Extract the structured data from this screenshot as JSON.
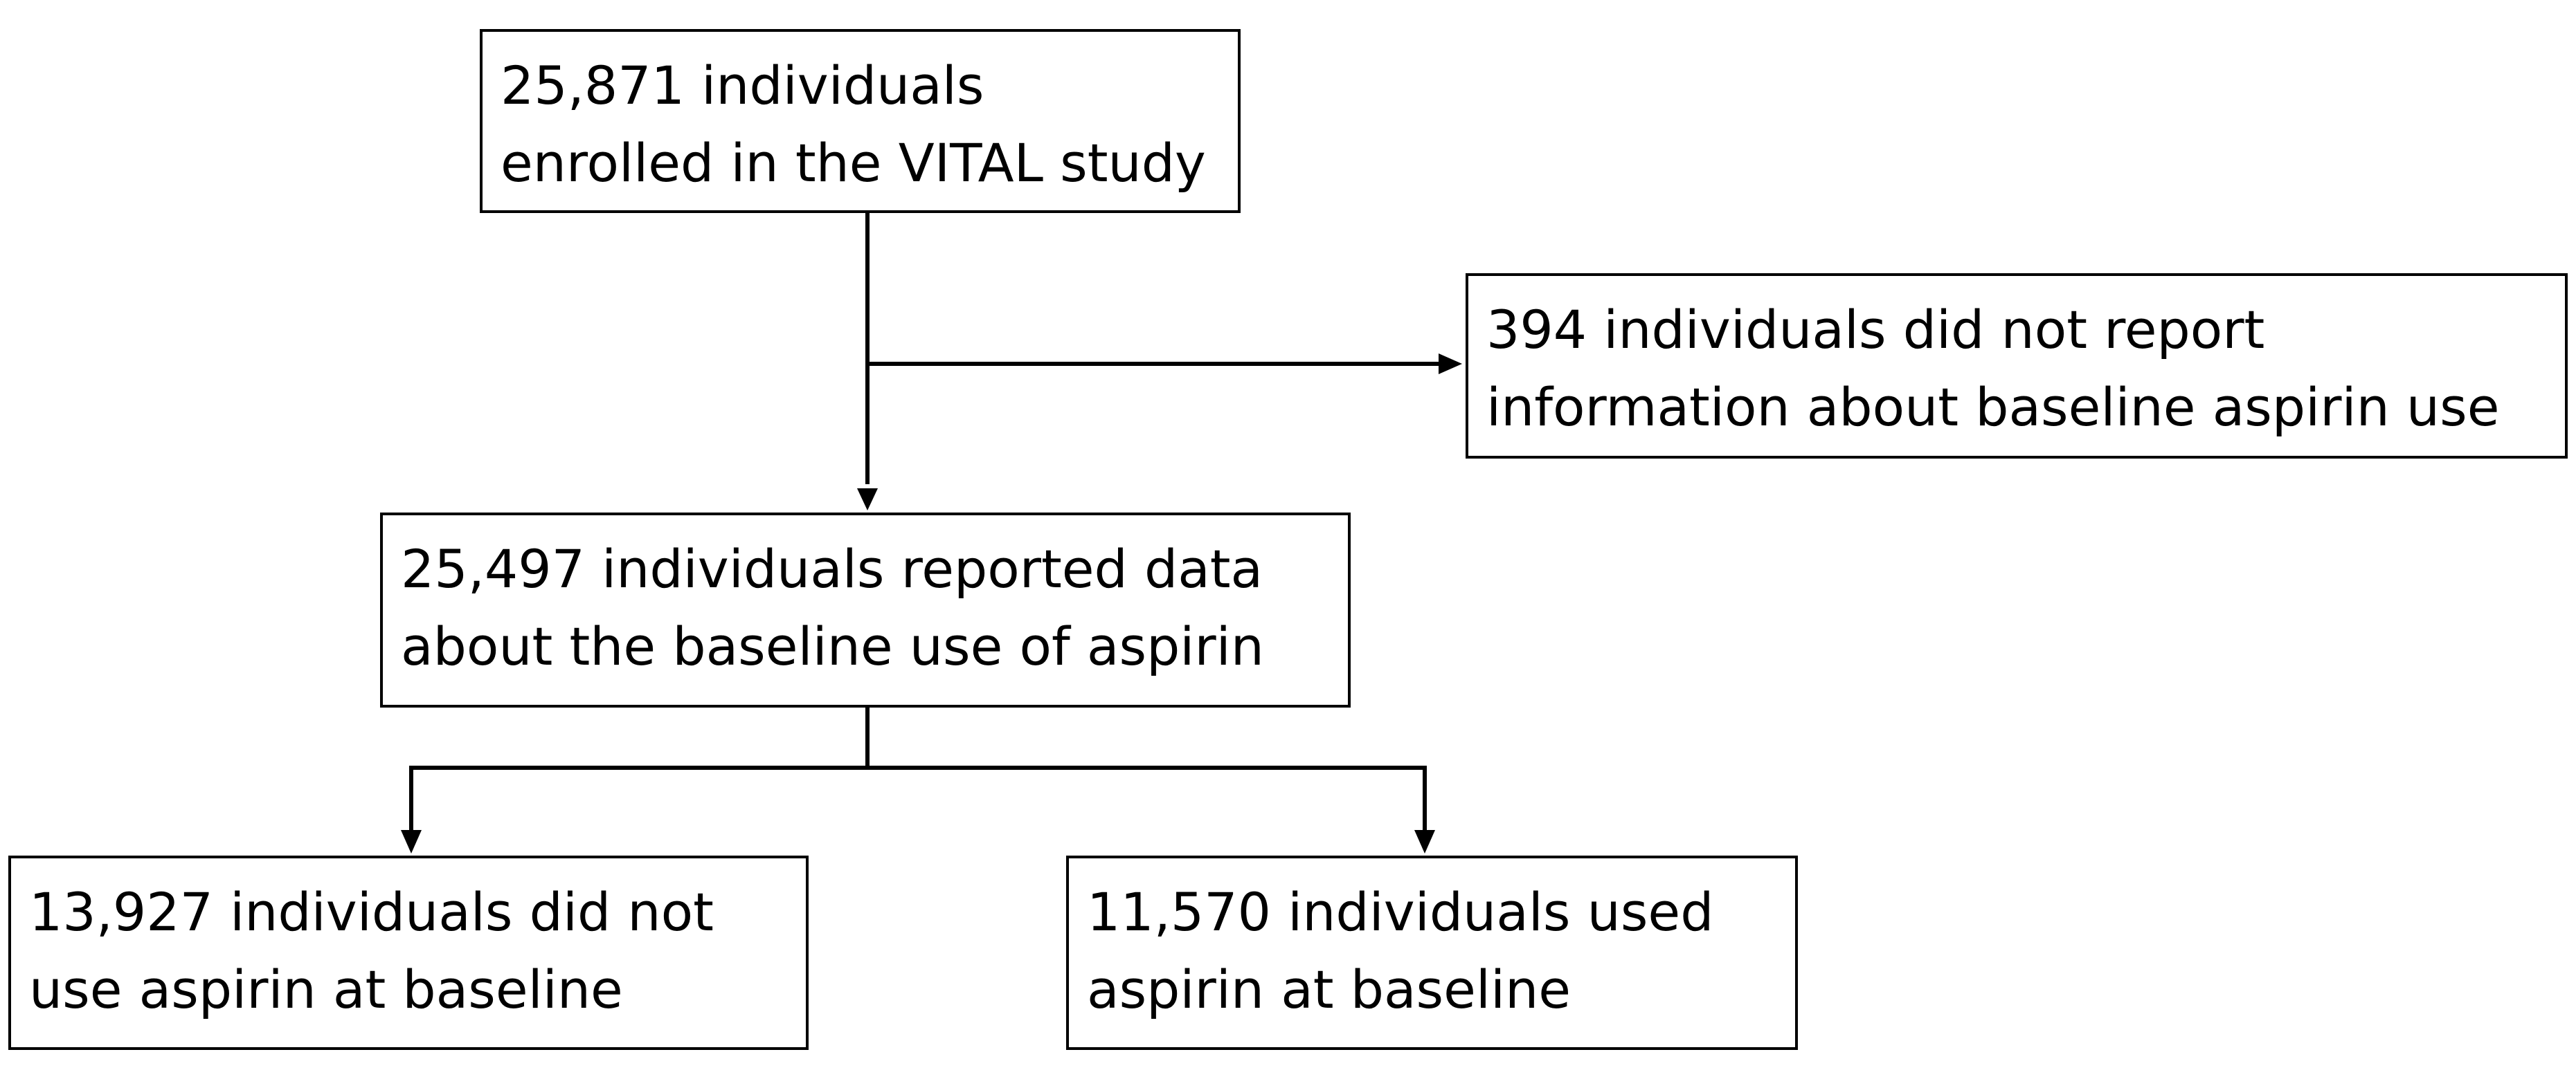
{
  "flowchart": {
    "enrolled": {
      "line1": "25,871 individuals",
      "line2": "enrolled in the VITAL study"
    },
    "excluded": {
      "line1": "394 individuals did not report",
      "line2": "information about baseline aspirin use"
    },
    "reported": {
      "line1": "25,497 individuals reported data",
      "line2": "about the baseline use of aspirin"
    },
    "non_users": {
      "line1": "13,927 individuals did not",
      "line2": "use aspirin at baseline"
    },
    "users": {
      "line1": "11,570 individuals used",
      "line2": "aspirin at baseline"
    }
  },
  "colors": {
    "line": "#000000",
    "box_border": "#000000",
    "background": "#ffffff"
  }
}
